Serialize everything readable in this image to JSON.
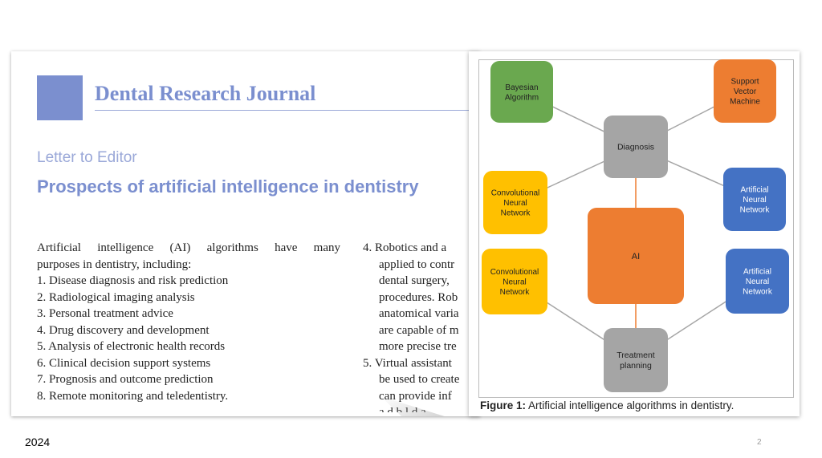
{
  "journal": {
    "name": "Dental Research Journal"
  },
  "article": {
    "section": "Letter to Editor",
    "title": "Prospects of artificial intelligence in dentistry",
    "intro": "Artificial intelligence (AI) algorithms have many",
    "intro_cont": "purposes in dentistry, including:",
    "list": [
      "1.  Disease diagnosis and risk prediction",
      "2.  Radiological imaging analysis",
      "3.  Personal treatment advice",
      "4.  Drug discovery and development",
      "5.  Analysis of electronic health records",
      "6.  Clinical decision support systems",
      "7.  Prognosis and outcome prediction",
      "8.  Remote monitoring and teledentistry."
    ],
    "right_col": [
      "4.  Robotics and a",
      "applied to contr",
      "dental surgery,",
      "procedures. Rob",
      "anatomical varia",
      "are capable of m",
      "more precise tre",
      "5.  Virtual assistant",
      "be used to create",
      "can provide inf",
      "a  d  b  l  d  a"
    ]
  },
  "figure": {
    "nodes": {
      "bayesian": "Bayesian\nAlgorithm",
      "svm": "Support\nVector\nMachine",
      "diagnosis": "Diagnosis",
      "cnn_top": "Convolutional\nNeural\nNetwork",
      "ann_top": "Artificial\nNeural\nNetwork",
      "ai": "AI",
      "cnn_bottom": "Convolutional\nNeural\nNetwork",
      "ann_bottom": "Artificial\nNeural\nNetwork",
      "treatment": "Treatment\nplanning"
    },
    "colors": {
      "green": "#6aa84f",
      "orange": "#ed7d31",
      "grey": "#a5a5a5",
      "yellow": "#ffc000",
      "blue": "#4472c4"
    },
    "caption_label": "Figure 1:",
    "caption_text": " Artificial intelligence algorithms in dentistry."
  },
  "footer": {
    "year": "2024",
    "page": "2"
  }
}
